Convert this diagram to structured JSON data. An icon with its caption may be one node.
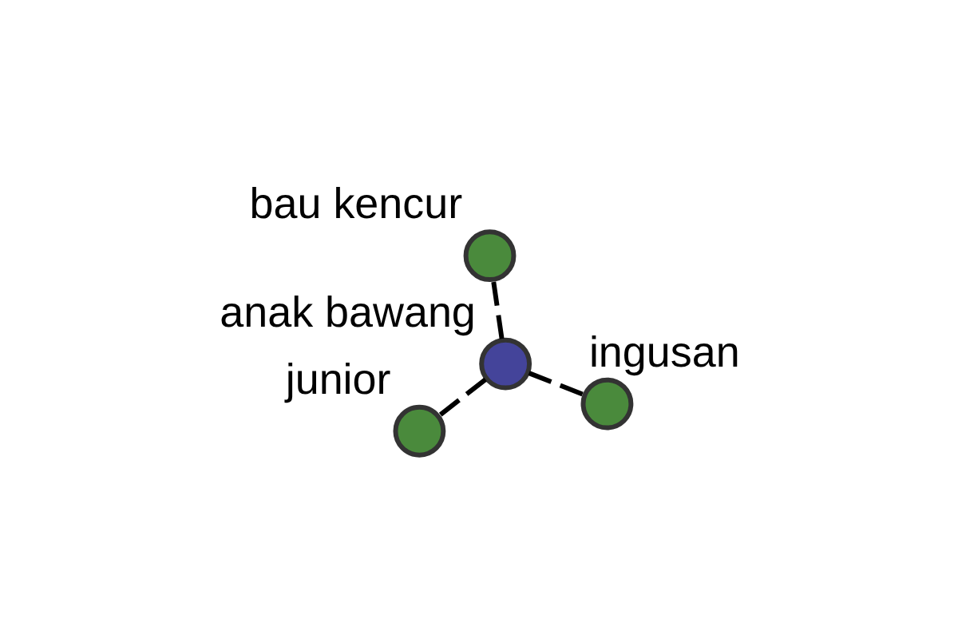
{
  "diagram": {
    "nodes": [
      {
        "text": [
          "junior"
        ]
      },
      {
        "text": [
          "ingusan"
        ]
      },
      {
        "text": [
          "anak bawang"
        ]
      },
      {
        "text": [
          "bau kencur"
        ]
      }
    ],
    "edges": [
      {
        "from": 2,
        "to": 0,
        "arrow": "none",
        "style": "dashed"
      },
      {
        "from": 2,
        "to": 1,
        "arrow": "none",
        "style": "dashed"
      },
      {
        "from": 2,
        "to": 3,
        "arrow": "none",
        "style": "dashed"
      }
    ]
  }
}
